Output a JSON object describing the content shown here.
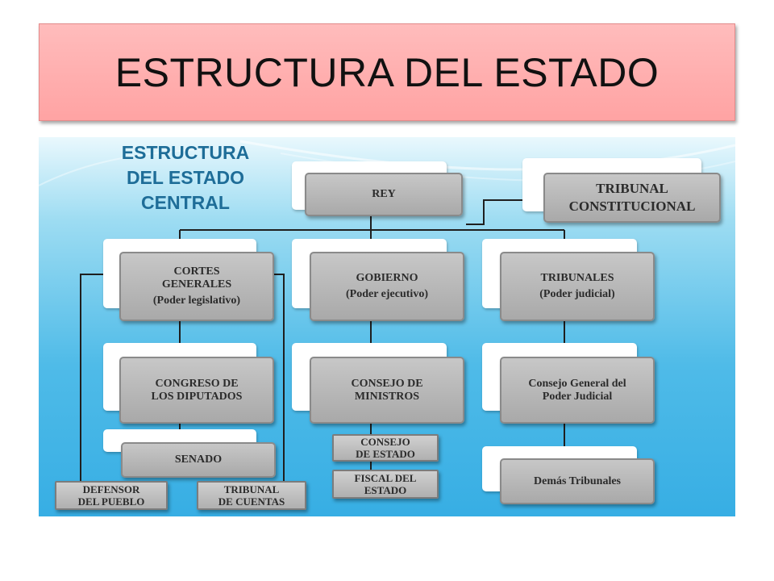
{
  "slide_title": "ESTRUCTURA DEL ESTADO",
  "diagram": {
    "heading": [
      "ESTRUCTURA",
      "DEL ESTADO",
      "CENTRAL"
    ],
    "nodes": {
      "rey": {
        "label": "REY"
      },
      "tribunal_constitucional": {
        "line1": "TRIBUNAL",
        "line2": "CONSTITUCIONAL"
      },
      "cortes_generales": {
        "line1": "CORTES",
        "line2": "GENERALES",
        "sub": "(Poder legislativo)"
      },
      "gobierno": {
        "line1": "GOBIERNO",
        "sub": "(Poder ejecutivo)"
      },
      "tribunales": {
        "line1": "TRIBUNALES",
        "sub": "(Poder judicial)"
      },
      "congreso": {
        "line1": "CONGRESO DE",
        "line2": "LOS DIPUTADOS"
      },
      "consejo_ministros": {
        "line1": "CONSEJO DE",
        "line2": "MINISTROS"
      },
      "cgpj": {
        "line1": "Consejo General del",
        "line2": "Poder Judicial"
      },
      "senado": {
        "label": "SENADO"
      },
      "consejo_estado": {
        "line1": "CONSEJO",
        "line2": "DE ESTADO"
      },
      "fiscal_estado": {
        "line1": "FISCAL DEL",
        "line2": "ESTADO"
      },
      "demas_tribunales": {
        "label": "Demás Tribunales"
      },
      "defensor_pueblo": {
        "line1": "DEFENSOR",
        "line2": "DEL PUEBLO"
      },
      "tribunal_cuentas": {
        "line1": "TRIBUNAL",
        "line2": "DE CUENTAS"
      }
    }
  }
}
